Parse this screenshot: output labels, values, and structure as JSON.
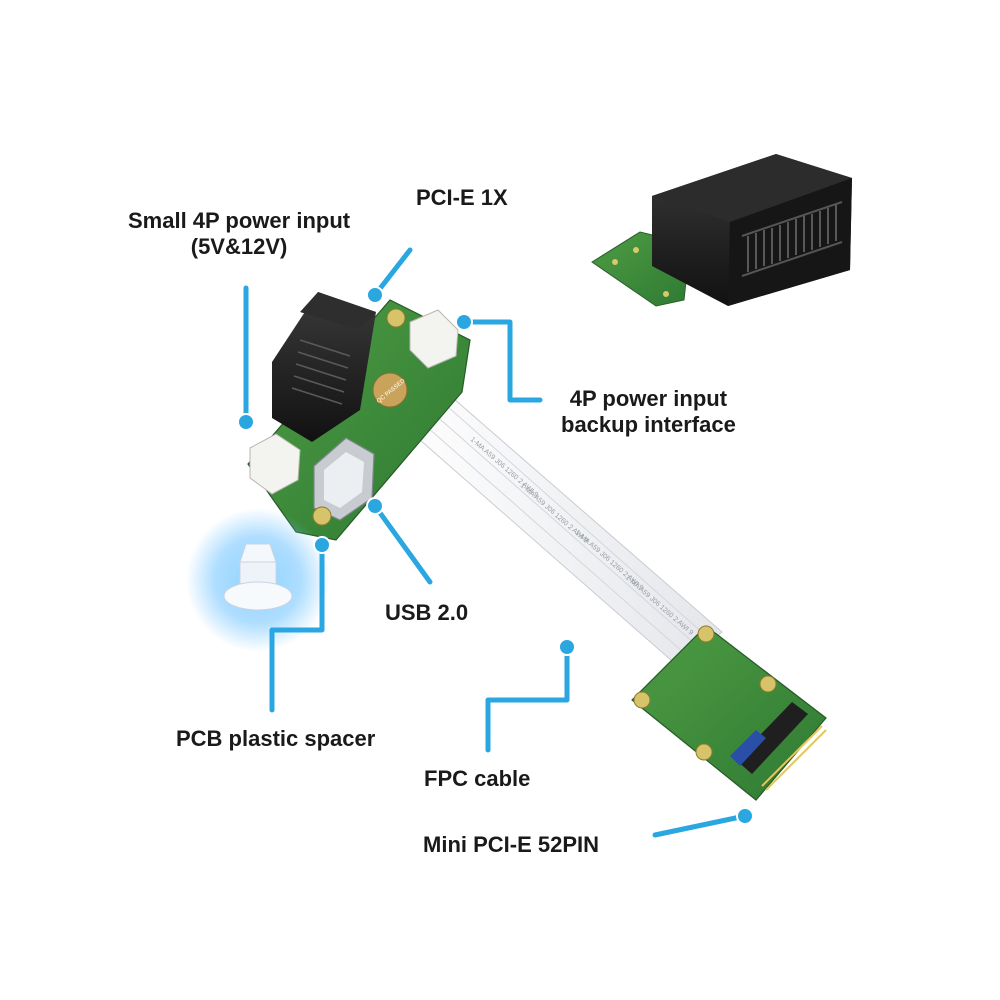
{
  "labels": {
    "small_power": {
      "line1": "Small 4P power input",
      "line2": "(5V&12V)"
    },
    "pcie_1x": "PCI-E 1X",
    "backup_power": {
      "line1": "4P power input",
      "line2": "backup interface"
    },
    "usb": "USB 2.0",
    "spacer": "PCB plastic spacer",
    "fpc": "FPC cable",
    "mini_pcie": "Mini PCI-E 52PIN"
  },
  "board_marks": {
    "qc_seal": "QC PASSED",
    "cable_print": "1-MA A59 J06 1260 2 AWI 9"
  },
  "colors": {
    "callout": "#2aa7e0",
    "pcb_green": "#3d8a3a",
    "connector_black": "#1b1b1b",
    "cable_white": "#f2f3f5",
    "label_text": "#1a1a1a"
  }
}
